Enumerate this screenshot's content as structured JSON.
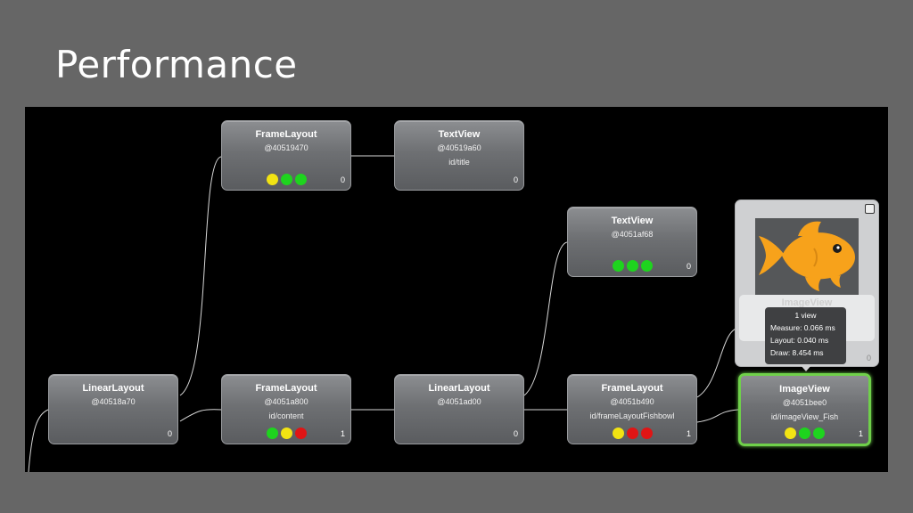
{
  "slide": {
    "title": "Performance"
  },
  "colors": {
    "yellow": "#f2e313",
    "green": "#1ed41e",
    "red": "#e01515",
    "selected_border": "#6fd04a"
  },
  "nodes": [
    {
      "id": "n0",
      "title": "LinearLayout",
      "address": "@40518a70",
      "view_id": "",
      "count": "0",
      "indicators": [],
      "selected": false
    },
    {
      "id": "n1",
      "title": "FrameLayout",
      "address": "@40519470",
      "view_id": "",
      "count": "0",
      "indicators": [
        "yellow",
        "green",
        "green"
      ],
      "selected": false
    },
    {
      "id": "n2",
      "title": "TextView",
      "address": "@40519a60",
      "view_id": "id/title",
      "count": "0",
      "indicators": [],
      "selected": false
    },
    {
      "id": "n3",
      "title": "FrameLayout",
      "address": "@4051a800",
      "view_id": "id/content",
      "count": "1",
      "indicators": [
        "green",
        "yellow",
        "red"
      ],
      "selected": false
    },
    {
      "id": "n4",
      "title": "LinearLayout",
      "address": "@4051ad00",
      "view_id": "",
      "count": "0",
      "indicators": [],
      "selected": false
    },
    {
      "id": "n5",
      "title": "TextView",
      "address": "@4051af68",
      "view_id": "",
      "count": "0",
      "indicators": [
        "green",
        "green",
        "green"
      ],
      "selected": false
    },
    {
      "id": "n6",
      "title": "FrameLayout",
      "address": "@4051b490",
      "view_id": "id/frameLayoutFishbowl",
      "count": "1",
      "indicators": [
        "yellow",
        "red",
        "red"
      ],
      "selected": false
    },
    {
      "id": "n7",
      "title": "ImageView",
      "address": "@4051bee0",
      "view_id": "id/imageView_Fish",
      "count": "1",
      "indicators": [
        "yellow",
        "green",
        "green"
      ],
      "selected": true
    }
  ],
  "popup": {
    "faded_title": "ImageView",
    "count": "0",
    "tooltip": {
      "views": "1 view",
      "measure": "Measure: 0.066 ms",
      "layout": "Layout: 0.040 ms",
      "draw": "Draw: 8.454 ms"
    }
  }
}
